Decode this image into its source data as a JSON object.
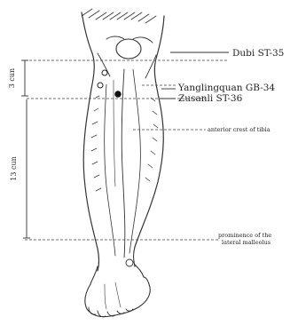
{
  "labels": {
    "dubi": "Dubi ST-35",
    "yanglingquan": "Yanglingquan GB-34",
    "zusanli": "Zusanli ST-36",
    "tibia_crest": "anterior crest of tibia",
    "malleolus_line1": "prominence of the",
    "malleolus_line2": "lateral malleolus"
  },
  "measurements": {
    "upper": "3 cun",
    "lower": "13 cun"
  },
  "colors": {
    "ink": "#222222",
    "guide": "#444444"
  }
}
